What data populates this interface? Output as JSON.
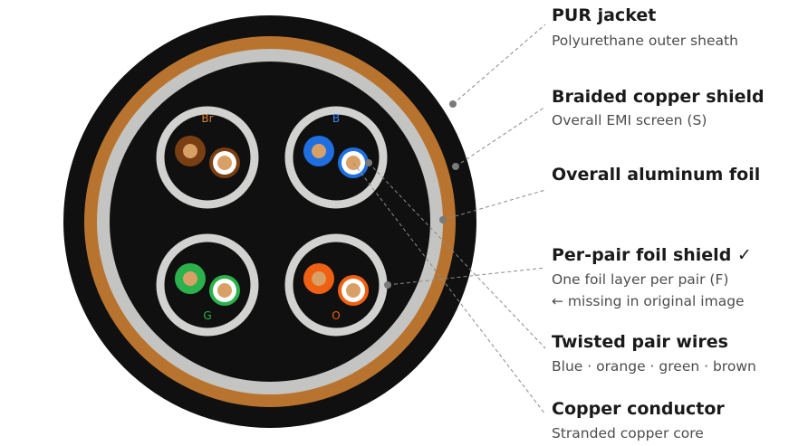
{
  "colors": {
    "jacket": "#101010",
    "braid": "#b8742f",
    "foil": "#c4c4c2",
    "pair_foil": "#d2d2d0",
    "copper": "#d9a066",
    "blue": "#1f6fe0",
    "orange": "#f06012",
    "green": "#2bb24c",
    "brown": "#7a3e13",
    "white": "#ffffff"
  },
  "pairs": [
    {
      "letter": "Br",
      "color_key": "brown",
      "letter_color": "#d9823a"
    },
    {
      "letter": "B",
      "color_key": "blue",
      "letter_color": "#3d86f0"
    },
    {
      "letter": "G",
      "color_key": "green",
      "letter_color": "#2bb24c"
    },
    {
      "letter": "O",
      "color_key": "orange",
      "letter_color": "#f06012"
    }
  ],
  "callouts": [
    {
      "title": "PUR jacket",
      "subtitle": [
        "Polyurethane outer sheath"
      ]
    },
    {
      "title": "Braided copper shield",
      "subtitle": [
        "Overall EMI screen (S)"
      ]
    },
    {
      "title": "Overall aluminum foil",
      "subtitle": []
    },
    {
      "title": "Per-pair foil shield ✓",
      "subtitle": [
        "One foil layer per pair (F)",
        "← missing in original image"
      ]
    },
    {
      "title": "Twisted pair wires",
      "subtitle": [
        "Blue · orange · green · brown"
      ]
    },
    {
      "title": "Copper conductor",
      "subtitle": [
        "Stranded copper core"
      ]
    }
  ]
}
